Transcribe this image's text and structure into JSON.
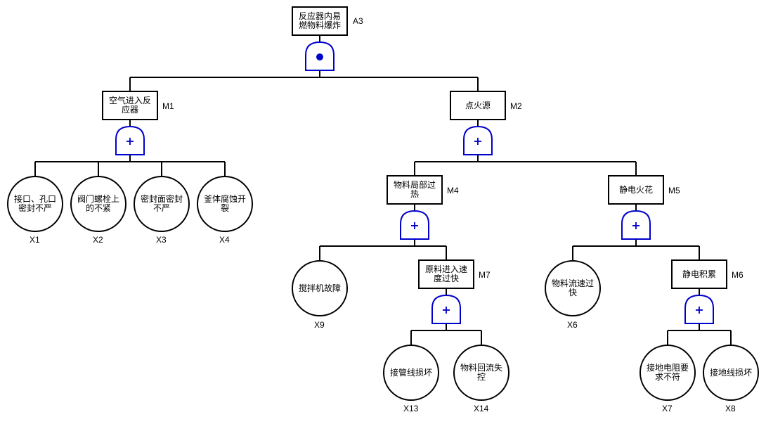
{
  "diagram": {
    "type": "fault-tree",
    "colors": {
      "line": "#000000",
      "gate": "#0000cc"
    },
    "top_event": {
      "id": "A3",
      "label": "反应器内易燃物料爆炸",
      "gate": "and"
    },
    "intermediate_events": [
      {
        "id": "M1",
        "label": "空气进入反应器",
        "gate": "or",
        "parent": "A3"
      },
      {
        "id": "M2",
        "label": "点火源",
        "gate": "or",
        "parent": "A3"
      },
      {
        "id": "M4",
        "label": "物料局部过热",
        "gate": "or",
        "parent": "M2"
      },
      {
        "id": "M5",
        "label": "静电火花",
        "gate": "or",
        "parent": "M2"
      },
      {
        "id": "M7",
        "label": "原料进入速度过快",
        "gate": "or",
        "parent": "M4"
      },
      {
        "id": "M6",
        "label": "静电积累",
        "gate": "or",
        "parent": "M5"
      }
    ],
    "basic_events": [
      {
        "id": "X1",
        "label": "接口、孔口密封不严",
        "parent": "M1"
      },
      {
        "id": "X2",
        "label": "阀门螺栓上的不紧",
        "parent": "M1"
      },
      {
        "id": "X3",
        "label": "密封面密封不严",
        "parent": "M1"
      },
      {
        "id": "X4",
        "label": "釜体腐蚀开裂",
        "parent": "M1"
      },
      {
        "id": "X9",
        "label": "搅拌机故障",
        "parent": "M4"
      },
      {
        "id": "X13",
        "label": "接管线损坏",
        "parent": "M7"
      },
      {
        "id": "X14",
        "label": "物料回流失控",
        "parent": "M7"
      },
      {
        "id": "X6",
        "label": "物料流速过快",
        "parent": "M5"
      },
      {
        "id": "X7",
        "label": "接地电阻要求不符",
        "parent": "M6"
      },
      {
        "id": "X8",
        "label": "接地线损坏",
        "parent": "M6"
      }
    ]
  }
}
